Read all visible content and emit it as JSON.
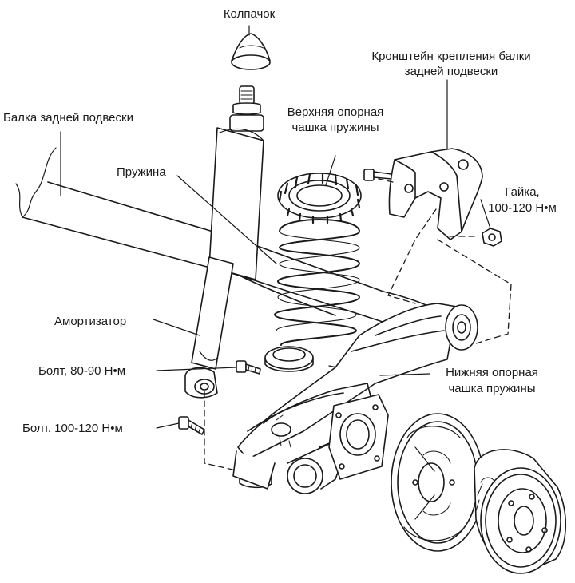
{
  "diagram": {
    "labels": {
      "cap": "Колпачок",
      "bracket_line1": "Кронштейн крепления балки",
      "bracket_line2": "задней подвески",
      "beam": "Балка задней подвески",
      "upper_seat_line1": "Верхняя опорная",
      "upper_seat_line2": "чашка пружины",
      "spring": "Пружина",
      "nut_line1": "Гайка,",
      "nut_line2": "100-120 Н•м",
      "shock": "Амортизатор",
      "bolt_upper": "Болт, 80-90 Н•м",
      "lower_seat_line1": "Нижняя опорная",
      "lower_seat_line2": "чашка пружины",
      "bolt_lower": "Болт. 100-120 Н•м"
    }
  }
}
